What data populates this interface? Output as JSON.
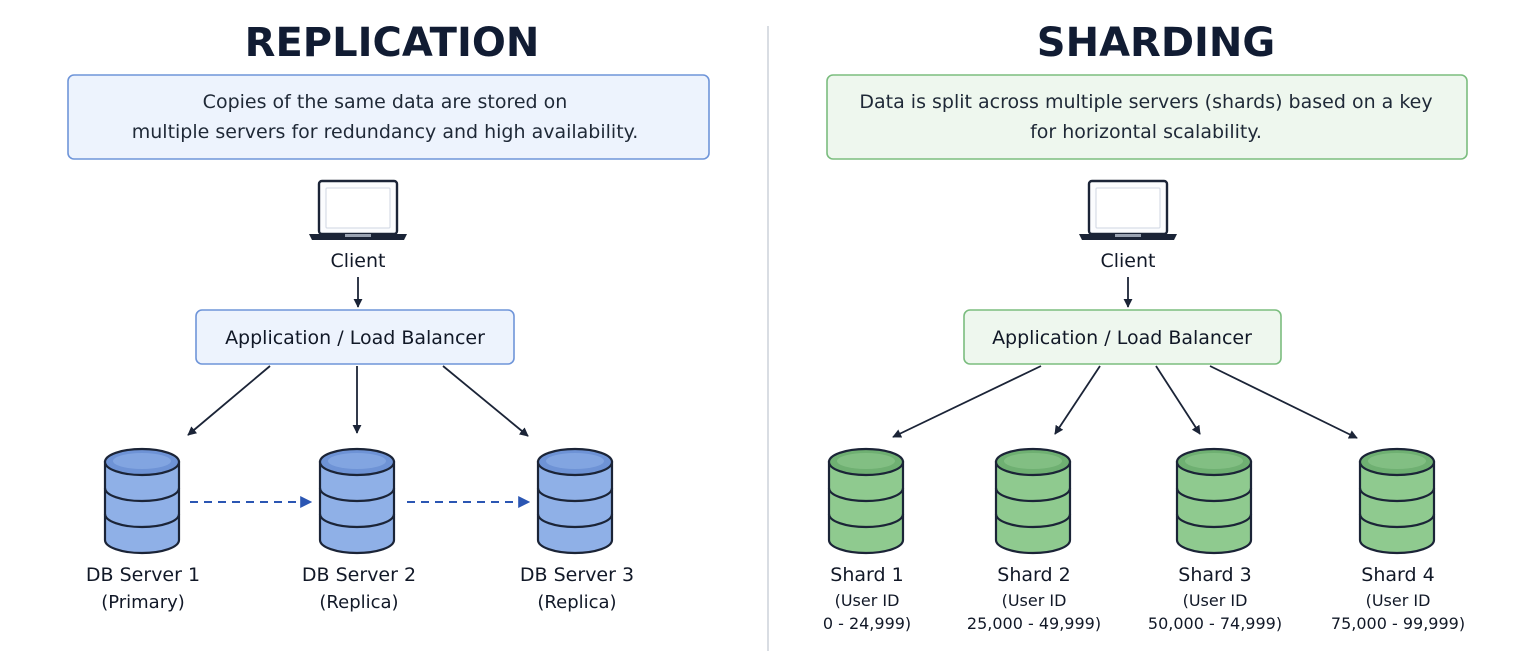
{
  "colors": {
    "replication_fill": "#edf3fd",
    "replication_border": "#6f95d9",
    "replication_db": "#8fb0e7",
    "replication_db_dark": "#6e93d6",
    "sharding_fill": "#eef7ee",
    "sharding_border": "#7bbd7f",
    "sharding_db": "#8fca8f",
    "sharding_db_dark": "#6fb072",
    "outline": "#1b2437",
    "dashed_arrow": "#2b56b3",
    "divider": "#d9dde3"
  },
  "replication": {
    "title": "REPLICATION",
    "description_line1": "Copies of the same data are stored on",
    "description_line2": "multiple servers for redundancy and high availability.",
    "client_label": "Client",
    "client_icon": "laptop-icon",
    "balancer_label": "Application / Load Balancer",
    "servers": [
      {
        "name": "DB Server 1",
        "role": "(Primary)"
      },
      {
        "name": "DB Server 2",
        "role": "(Replica)"
      },
      {
        "name": "DB Server 3",
        "role": "(Replica)"
      }
    ]
  },
  "sharding": {
    "title": "SHARDING",
    "description_line1": "Data is split across multiple servers (shards) based on a key",
    "description_line2": "for horizontal scalability.",
    "client_label": "Client",
    "client_icon": "laptop-icon",
    "balancer_label": "Application / Load Balancer",
    "shards": [
      {
        "name": "Shard 1",
        "line1": "(User ID",
        "line2": "0 - 24,999)"
      },
      {
        "name": "Shard 2",
        "line1": "(User ID",
        "line2": "25,000 - 49,999)"
      },
      {
        "name": "Shard 3",
        "line1": "(User ID",
        "line2": "50,000 - 74,999)"
      },
      {
        "name": "Shard 4",
        "line1": "(User ID",
        "line2": "75,000 - 99,999)"
      }
    ]
  }
}
